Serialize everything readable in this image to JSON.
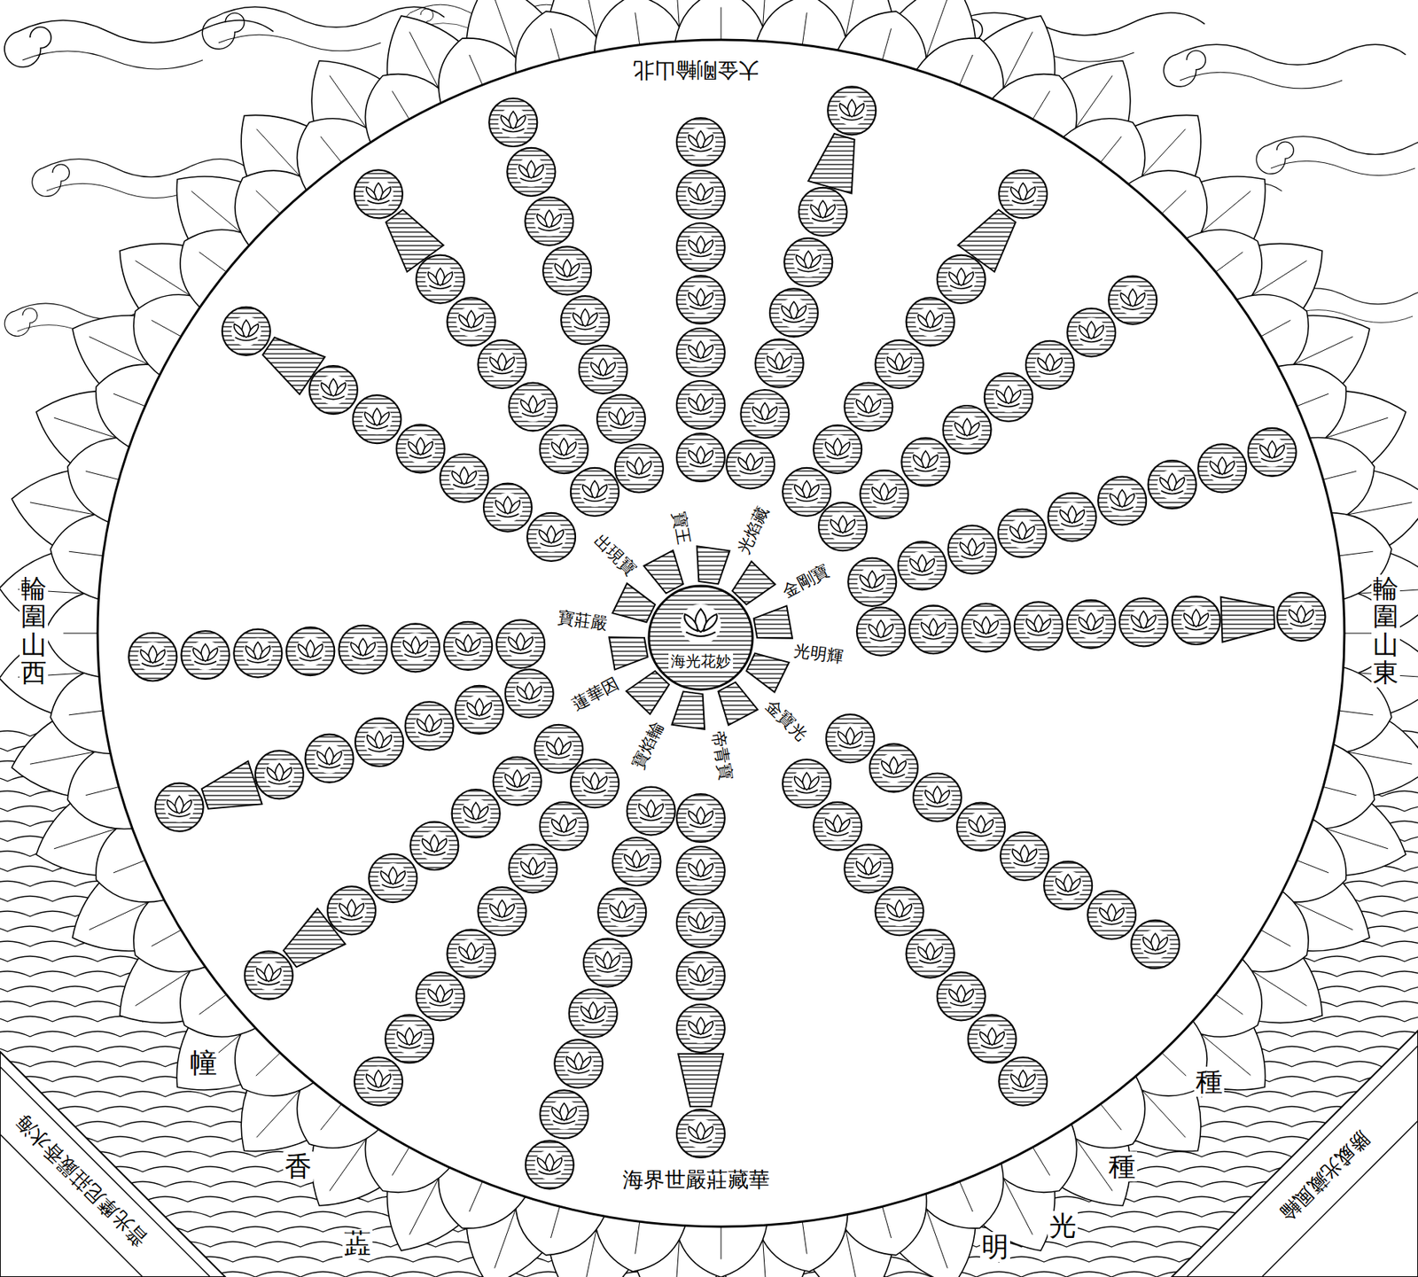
{
  "diagram": {
    "title": "華藏莊嚴世界海",
    "nodes": [
      {
        "text": [
          "妙花光海"
        ]
      }
    ],
    "labels": [
      "大金剛輪山北",
      "輪圍山西",
      "輪圍山東",
      "帝青寶",
      "金寶光",
      "光明輝",
      "金剛寶",
      "光焰藏",
      "寶王",
      "出現寶",
      "寶莊嚴",
      "蓮華因",
      "寶焰輪",
      "種",
      "種",
      "光",
      "明",
      "蕋",
      "香",
      "幢",
      "普光摩尼莊嚴香水海",
      "勝威光藏風輪"
    ]
  }
}
